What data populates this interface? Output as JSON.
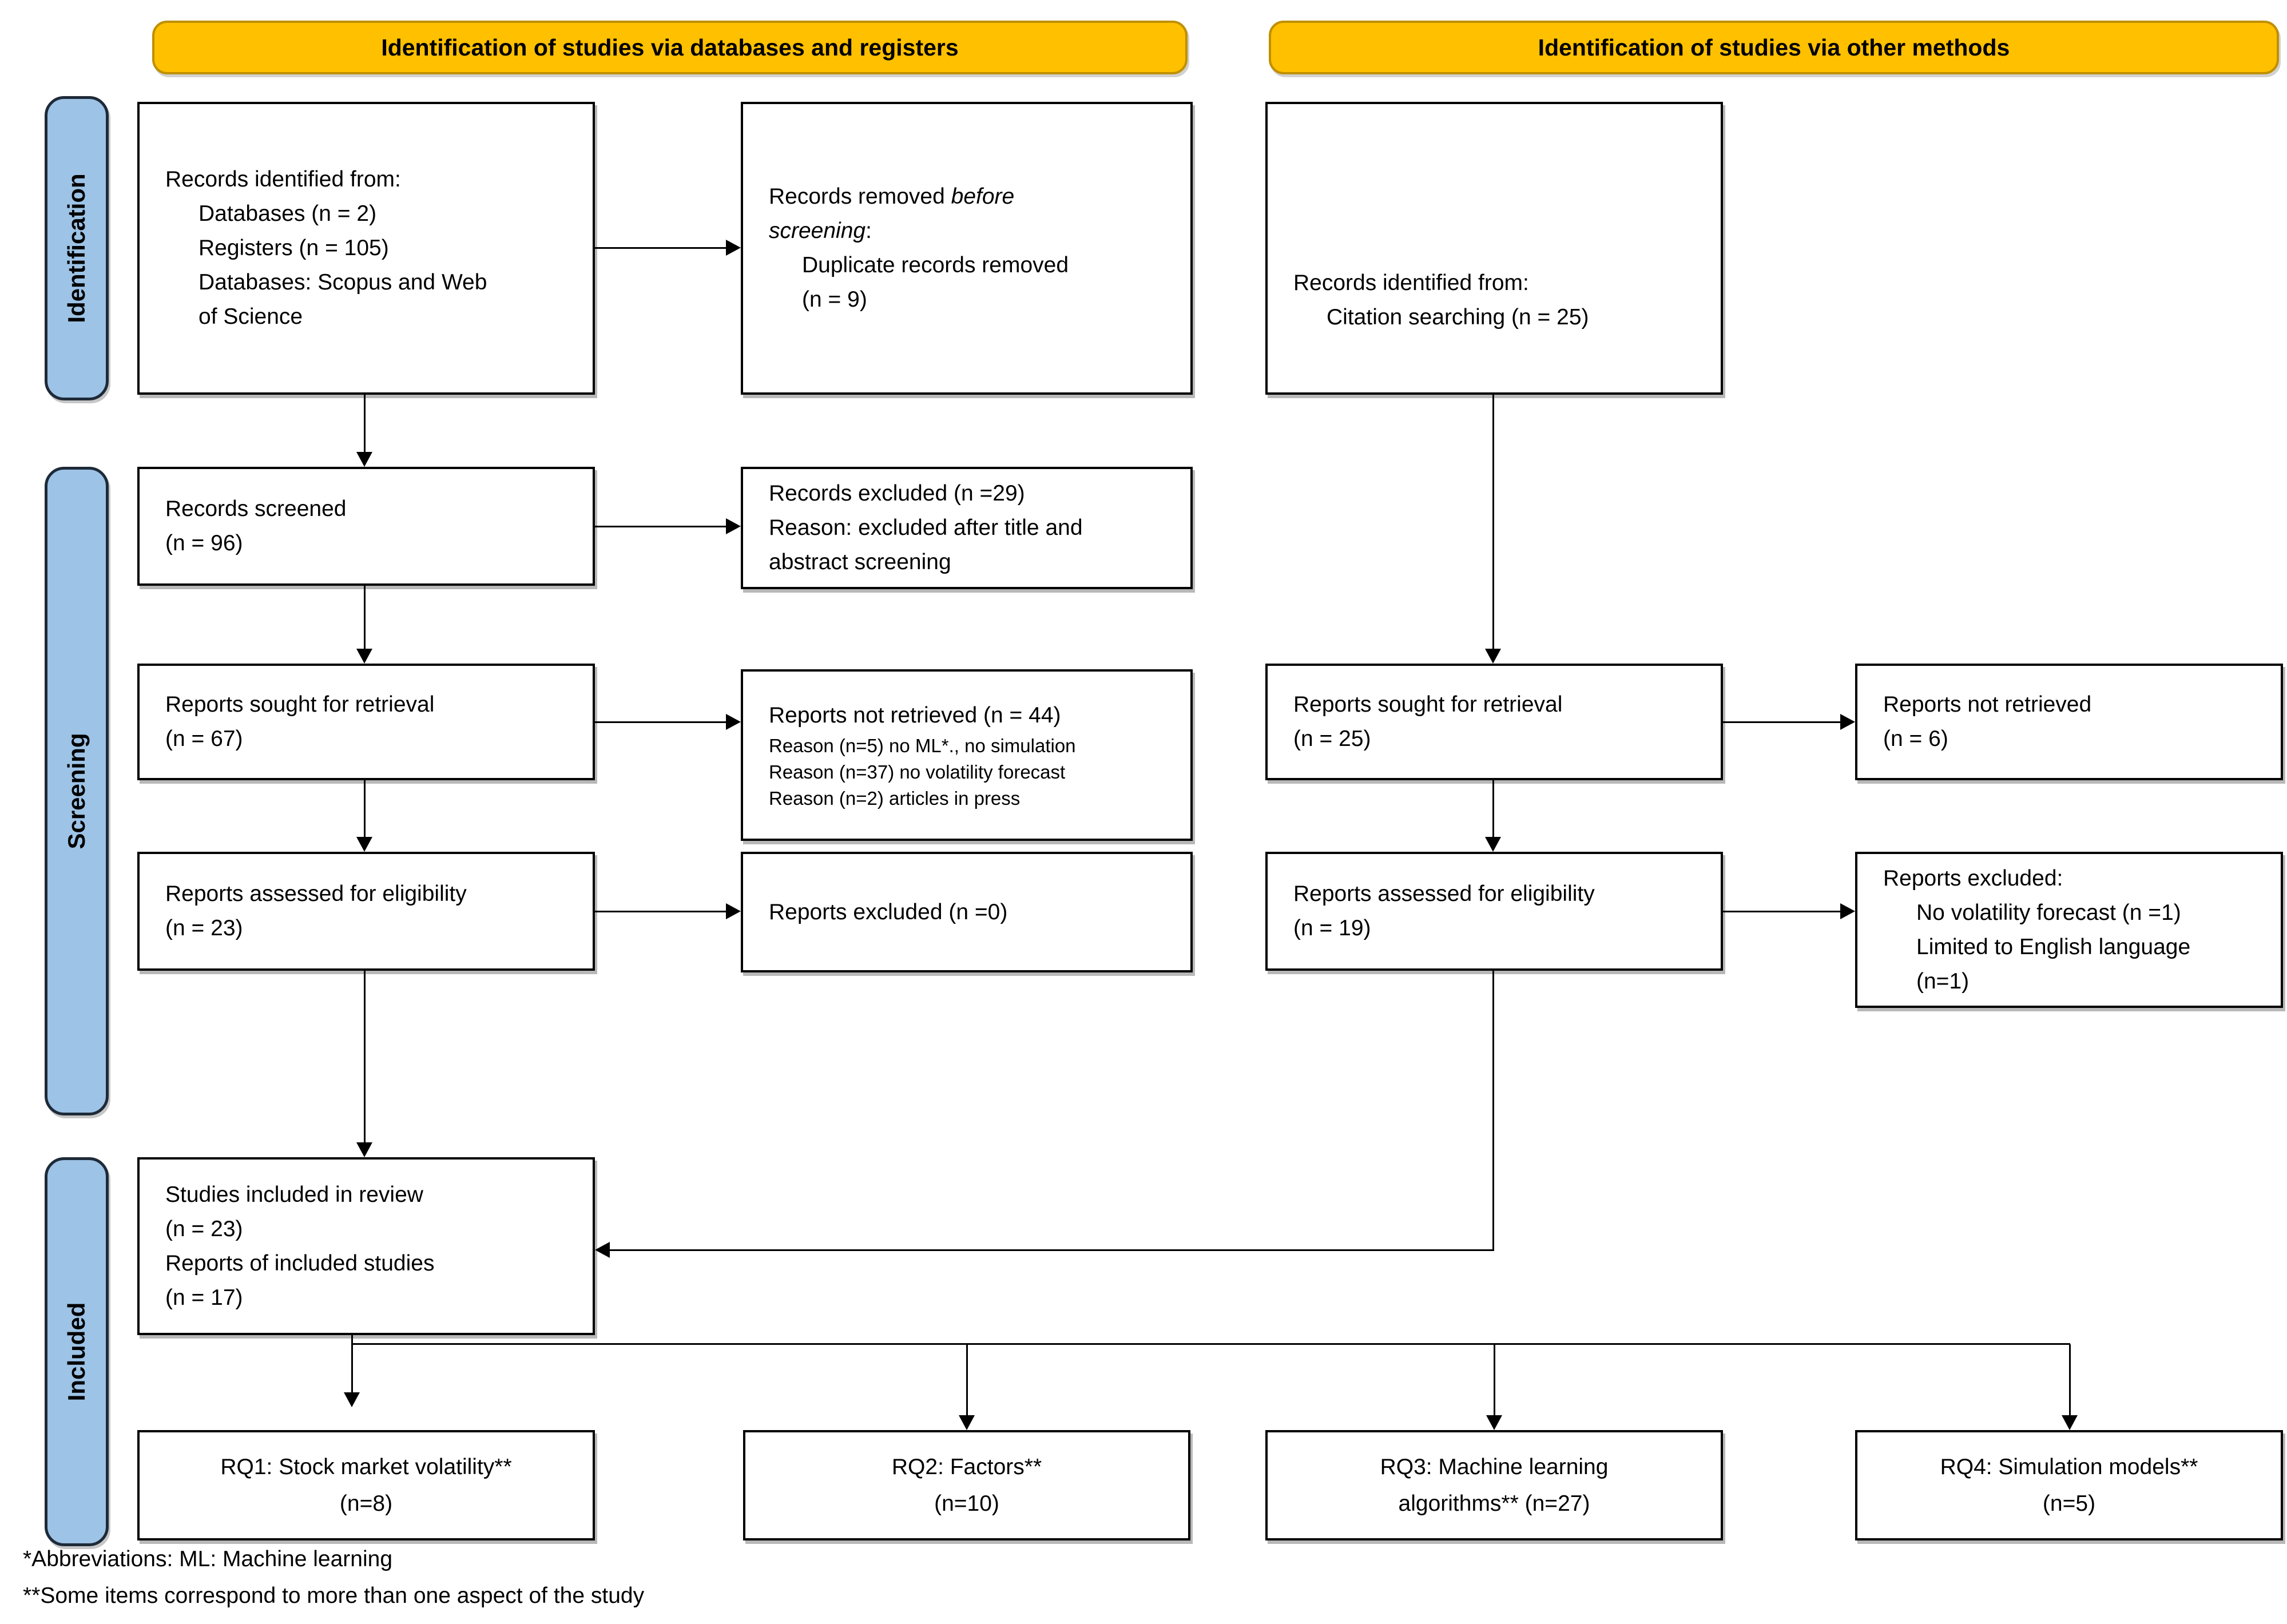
{
  "colors": {
    "banner_bg": "#FFC000",
    "banner_border": "#BF9000",
    "stage_bg": "#9DC3E6",
    "stage_border": "#1E2A38",
    "box_border": "#000000",
    "line_color": "#000000"
  },
  "banners": {
    "databases": "Identification of studies via databases and registers",
    "other": "Identification of studies via other methods"
  },
  "stages": {
    "identification": "Identification",
    "screening": "Screening",
    "included": "Included"
  },
  "boxes": {
    "records_identified_db": {
      "title": "Records identified from:",
      "items": [
        "Databases (n = 2)",
        "Registers (n = 105)",
        "Databases: Scopus and Web",
        "of Science"
      ]
    },
    "records_removed": {
      "line1_normal": "Records removed ",
      "line1_italic": "before",
      "line2_italic": "screening",
      "line2_normal": ":",
      "items": [
        "Duplicate records removed",
        "(n = 9)"
      ]
    },
    "records_screened": {
      "lines": [
        "Records screened",
        "(n = 96)"
      ]
    },
    "records_excluded": {
      "lines": [
        "Records excluded (n =29)",
        "Reason: excluded after title and",
        "abstract screening"
      ]
    },
    "reports_sought_db": {
      "lines": [
        "Reports sought for retrieval",
        "(n = 67)"
      ]
    },
    "reports_not_retrieved_db": {
      "title": "Reports not retrieved (n = 44)",
      "reasons": [
        "Reason (n=5) no ML*., no simulation",
        "Reason (n=37) no volatility forecast",
        "Reason (n=2) articles in press"
      ]
    },
    "reports_assessed_db": {
      "lines": [
        "Reports assessed for eligibility",
        "(n = 23)"
      ]
    },
    "reports_excluded_db": {
      "lines": [
        "Reports excluded (n =0)"
      ]
    },
    "studies_included": {
      "lines": [
        "Studies included in review",
        "(n = 23)",
        "Reports of included studies",
        "(n = 17)"
      ]
    },
    "records_identified_other": {
      "title": "Records identified from:",
      "items": [
        "Citation searching (n = 25)"
      ]
    },
    "reports_sought_other": {
      "lines": [
        "Reports sought for retrieval",
        "(n = 25)"
      ]
    },
    "reports_not_retrieved_other": {
      "lines": [
        "Reports not retrieved",
        "(n = 6)"
      ]
    },
    "reports_assessed_other": {
      "lines": [
        "Reports assessed for eligibility",
        "(n = 19)"
      ]
    },
    "reports_excluded_other": {
      "title": "Reports excluded:",
      "items": [
        "No volatility forecast (n =1)",
        "Limited to English language",
        "(n=1)"
      ]
    },
    "rq1": {
      "lines": [
        "RQ1: Stock market volatility**",
        "(n=8)"
      ]
    },
    "rq2": {
      "lines": [
        "RQ2: Factors**",
        "(n=10)"
      ]
    },
    "rq3": {
      "lines": [
        "RQ3: Machine learning",
        "algorithms** (n=27)"
      ]
    },
    "rq4": {
      "lines": [
        "RQ4: Simulation models**",
        "(n=5)"
      ]
    }
  },
  "footnotes": [
    "*Abbreviations: ML: Machine learning",
    "**Some items correspond to more than one aspect of the study"
  ]
}
